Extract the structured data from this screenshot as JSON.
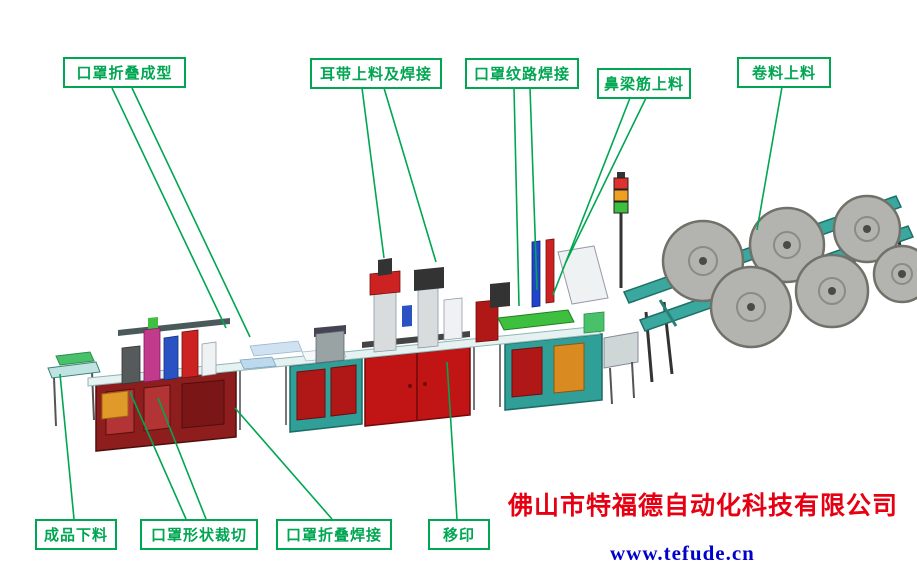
{
  "diagram": {
    "title_context": "mask production line diagram",
    "labels": [
      {
        "id": "mask-folding-forming",
        "text": "口罩折叠成型"
      },
      {
        "id": "ear-strap-feeding-welding",
        "text": "耳带上料及焊接"
      },
      {
        "id": "mask-texture-welding",
        "text": "口罩纹路焊接"
      },
      {
        "id": "nose-bridge-feeding",
        "text": "鼻梁筋上料"
      },
      {
        "id": "roll-material-feeding",
        "text": "卷料上料"
      },
      {
        "id": "finished-product-unloading",
        "text": "成品下料"
      },
      {
        "id": "mask-shape-cutting",
        "text": "口罩形状裁切"
      },
      {
        "id": "mask-folding-welding",
        "text": "口罩折叠焊接"
      },
      {
        "id": "pad-printing",
        "text": "移印"
      }
    ],
    "company": "佛山市特福德自动化科技有限公司",
    "website": "www.tefude.cn",
    "colors": {
      "label_green": "#00A651",
      "company_red": "#E60012",
      "website_blue": "#0000CC",
      "machine_teal": "#3AA89F",
      "cabinet_red": "#C11414",
      "cabinet_dark_red": "#8E1D1D"
    }
  }
}
